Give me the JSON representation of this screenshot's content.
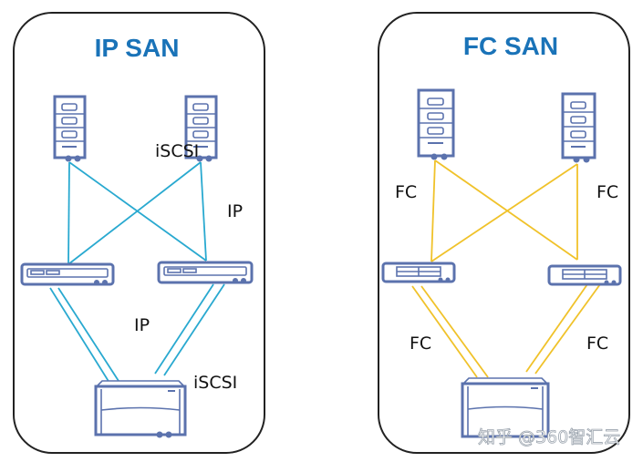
{
  "colors": {
    "ip_link": "#29a9d0",
    "fc_link": "#f0c22a",
    "device": "#5b72ad",
    "title": "#1a73b8"
  },
  "panels": [
    {
      "id": "ip-san",
      "title": "IP SAN",
      "link_type": "ip",
      "labels": {
        "host_to_switch_protocol": "iSCSI",
        "cross_link_network": "IP",
        "switch_to_storage_network": "IP",
        "storage_protocol": "iSCSI"
      },
      "servers": [
        "server-1",
        "server-2"
      ],
      "switches": [
        "switch-1",
        "switch-2"
      ],
      "storage": "storage-array"
    },
    {
      "id": "fc-san",
      "title": "FC SAN",
      "link_type": "fc",
      "labels": {
        "left_upper": "FC",
        "right_upper": "FC",
        "left_lower": "FC",
        "right_lower": "FC"
      },
      "servers": [
        "server-1",
        "server-2"
      ],
      "switches": [
        "switch-1",
        "switch-2"
      ],
      "storage": "storage-array"
    }
  ],
  "watermark": "知乎 @360智汇云"
}
